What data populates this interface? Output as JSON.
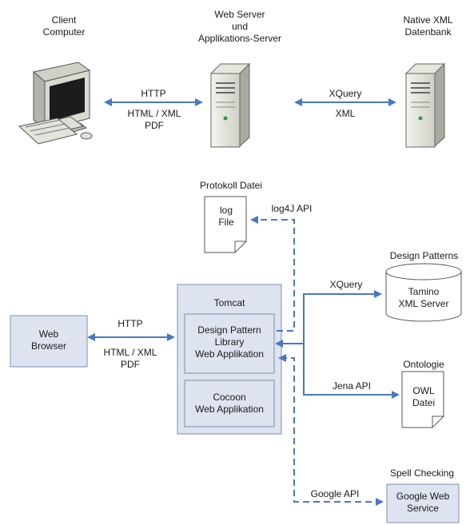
{
  "top": {
    "client": {
      "line1": "Client",
      "line2": "Computer"
    },
    "webserver": {
      "line1": "Web Server",
      "line2": "und",
      "line3": "Applikations-Server"
    },
    "db": {
      "line1": "Native XML",
      "line2": "Datenbank"
    },
    "link1": {
      "top": "HTTP",
      "bottom1": "HTML / XML",
      "bottom2": "PDF"
    },
    "link2": {
      "top": "XQuery",
      "bottom": "XML"
    }
  },
  "bottom": {
    "protokoll_label": "Protokoll Datei",
    "log_file": {
      "line1": "log",
      "line2": "File"
    },
    "log_api": "log4J API",
    "web_browser": {
      "line1": "Web",
      "line2": "Browser"
    },
    "browser_link": {
      "top": "HTTP",
      "bottom1": "HTML / XML",
      "bottom2": "PDF"
    },
    "tomcat": "Tomcat",
    "dpl": {
      "line1": "Design Pattern",
      "line2": "Library",
      "line3": "Web Applikation"
    },
    "cocoon": {
      "line1": "Cocoon",
      "line2": "Web Applikation"
    },
    "xquery": "XQuery",
    "design_patterns_label": "Design Patterns",
    "tamino": {
      "line1": "Tamino",
      "line2": "XML Server"
    },
    "ontologie_label": "Ontologie",
    "owl": {
      "line1": "OWL",
      "line2": "Datei"
    },
    "jena_api": "Jena API",
    "spell_label": "Spell Checking",
    "google_api": "Google API",
    "google_ws": {
      "line1": "Google Web",
      "line2": "Service"
    }
  },
  "colors": {
    "arrow": "#4a78c2",
    "box_fill": "#dde3ef",
    "box_stroke": "#7f8fae"
  }
}
